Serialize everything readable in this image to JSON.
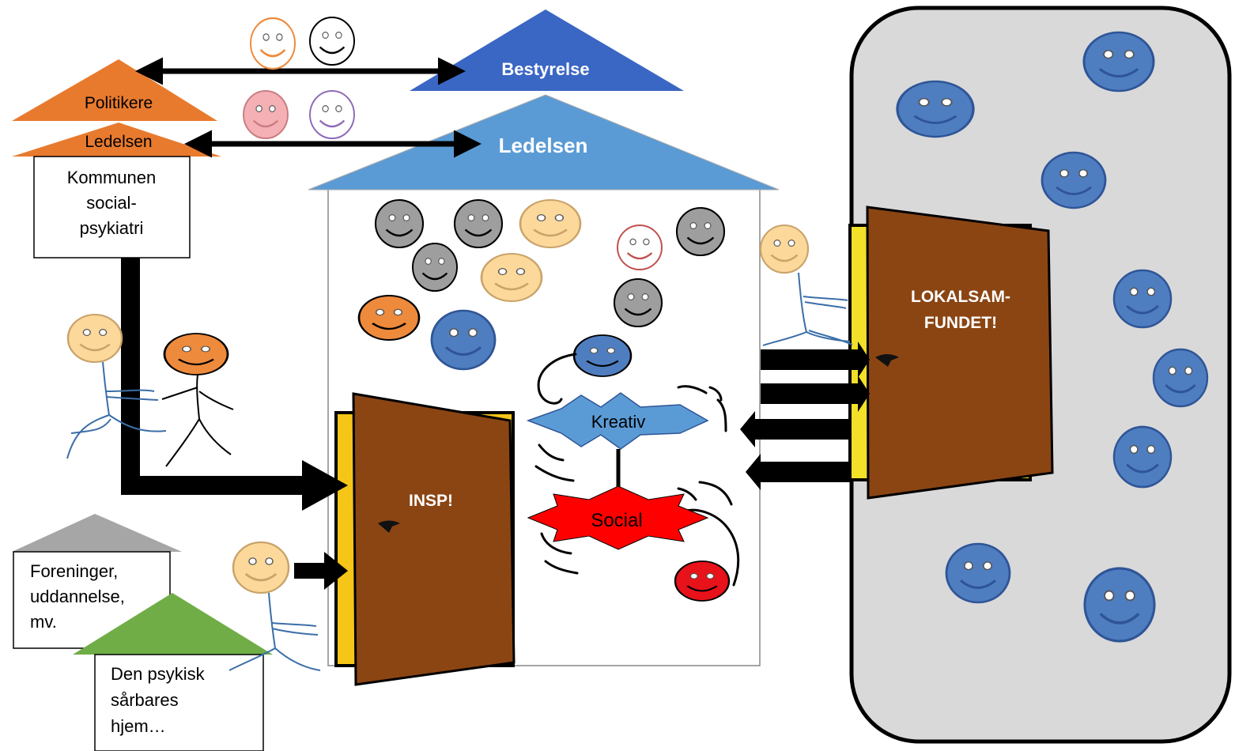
{
  "labels": {
    "bestyrelse": "Bestyrelse",
    "ledelsen_main": "Ledelsen",
    "politikere": "Politikere",
    "ledelsen_left": "Ledelsen",
    "kommune_line1": "Kommunen",
    "kommune_line2": "social-",
    "kommune_line3": "psykiatri",
    "foreninger_line1": "Foreninger,",
    "foreninger_line2": "uddannelse,",
    "foreninger_line3": "mv.",
    "home_line1": "Den psykisk",
    "home_line2": "sårbares",
    "home_line3": "hjem…",
    "insp": "INSP!",
    "kreativ": "Kreativ",
    "social": "Social",
    "lokal_line1": "LOKALSAM-",
    "lokal_line2": "FUNDET!"
  },
  "colors": {
    "dark_blue_roof": "#3a66c4",
    "light_blue_roof": "#5b9bd5",
    "orange_roof": "#e87a2e",
    "grey_roof": "#a6a6a6",
    "green_roof": "#70ad47",
    "door_brown": "#8b4513",
    "door_frame": "#f5c518",
    "community_bg": "#d9d9d9",
    "face_blue": "#4f7ec0",
    "face_grey": "#9e9e9e",
    "face_yellow": "#fcd89b",
    "face_orange": "#ee8a3c",
    "face_red": "#e8121a",
    "face_pink": "#f4b0b4",
    "face_purple": "#8e6bb8",
    "kreativ_star": "#5b9bd5",
    "social_star": "#ff0000"
  }
}
